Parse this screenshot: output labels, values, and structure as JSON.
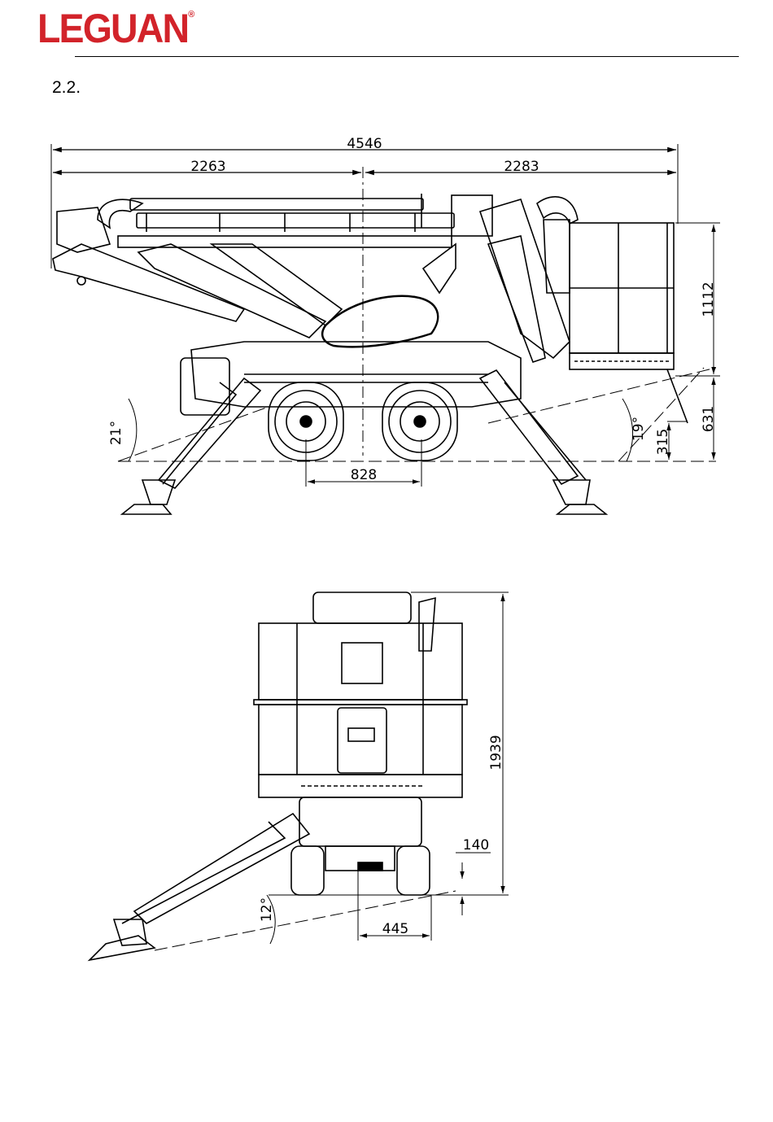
{
  "brand": {
    "name": "LEGUAN",
    "registered": "®",
    "color": "#d2232a"
  },
  "section": "2.2.",
  "side_view": {
    "overall_length": "4546",
    "front_length": "2263",
    "rear_length": "2283",
    "wheelbase": "828",
    "platform_height": "1112",
    "right_height": "631",
    "ground_clearance": "315",
    "angle_left": "21°",
    "angle_right": "19°"
  },
  "rear_view": {
    "height": "1939",
    "offset": "140",
    "track": "445",
    "angle": "12°"
  }
}
